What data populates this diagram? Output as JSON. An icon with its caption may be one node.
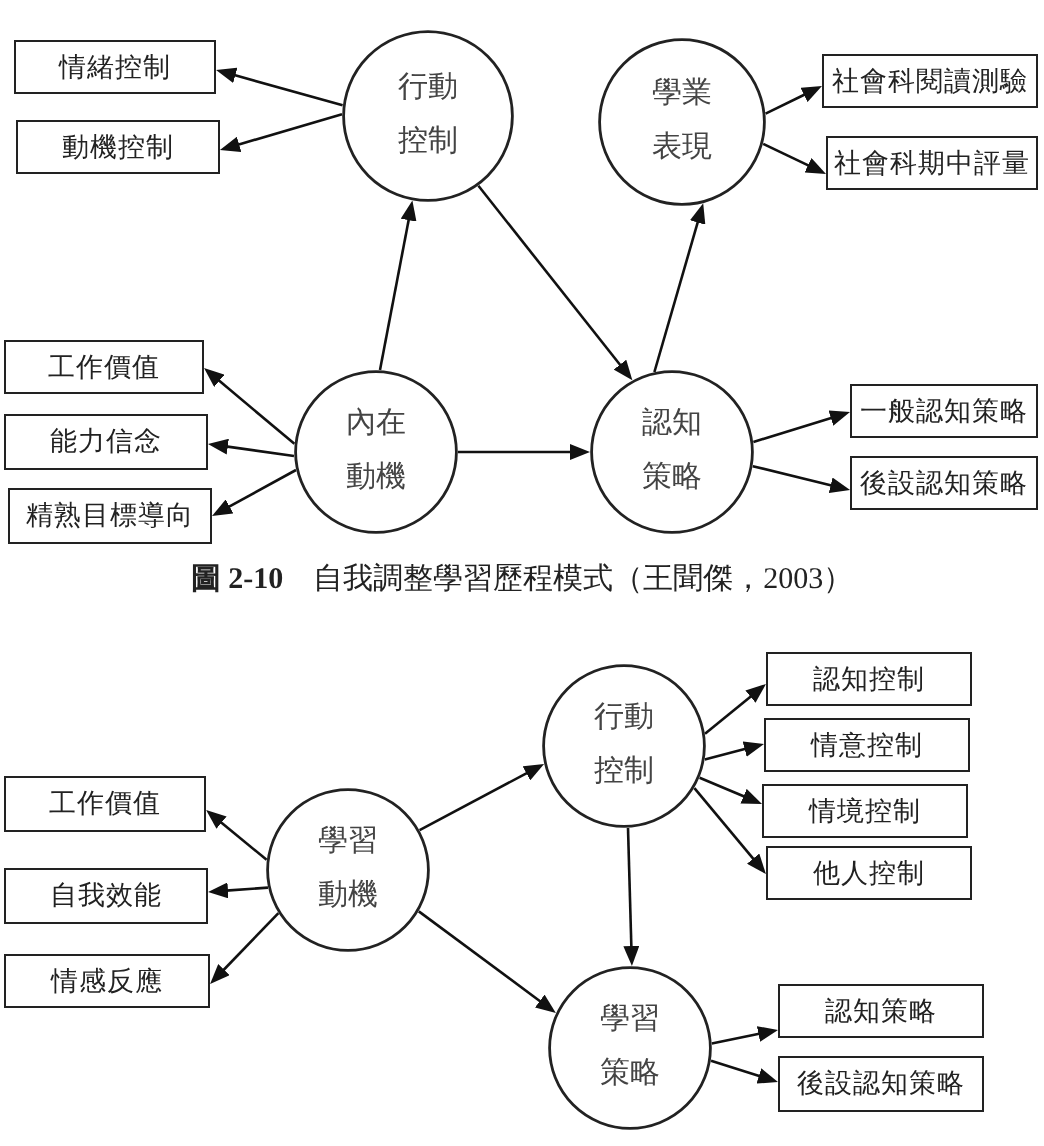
{
  "diagram": {
    "caption": "**圖 2-10**　自我調整學習歷程模式（王聞傑，2003）",
    "nodes": [
      {
        "text": [
          "情緒控制"
        ]
      },
      {
        "text": [
          "動機控制"
        ]
      },
      {
        "text": [
          "行動控制"
        ]
      },
      {
        "text": [
          "學業表現"
        ]
      },
      {
        "text": [
          "社會科閱讀測驗"
        ]
      },
      {
        "text": [
          "社會科期中評量"
        ]
      },
      {
        "text": [
          "工作價值"
        ]
      },
      {
        "text": [
          "能力信念"
        ]
      },
      {
        "text": [
          "精熟目標導向"
        ]
      },
      {
        "text": [
          "內在動機"
        ]
      },
      {
        "text": [
          "認知策略"
        ]
      },
      {
        "text": [
          "一般認知策略"
        ]
      },
      {
        "text": [
          "後設認知策略"
        ]
      },
      {
        "text": [
          "工作價值"
        ]
      },
      {
        "text": [
          "自我效能"
        ]
      },
      {
        "text": [
          "情感反應"
        ]
      },
      {
        "text": [
          "學習動機"
        ]
      },
      {
        "text": [
          "行動控制"
        ]
      },
      {
        "text": [
          "認知控制"
        ]
      },
      {
        "text": [
          "情意控制"
        ]
      },
      {
        "text": [
          "情境控制"
        ]
      },
      {
        "text": [
          "他人控制"
        ]
      },
      {
        "text": [
          "學習策略"
        ]
      },
      {
        "text": [
          "認知策略"
        ]
      },
      {
        "text": [
          "後設認知策略"
        ]
      }
    ],
    "edges": [
      {
        "from": 2,
        "to": 0,
        "arrow": "to"
      },
      {
        "from": 2,
        "to": 1,
        "arrow": "to"
      },
      {
        "from": 2,
        "to": 10,
        "arrow": "to"
      },
      {
        "from": 9,
        "to": 2,
        "arrow": "to"
      },
      {
        "from": 9,
        "to": 10,
        "arrow": "to"
      },
      {
        "from": 9,
        "to": 6,
        "arrow": "to"
      },
      {
        "from": 9,
        "to": 7,
        "arrow": "to"
      },
      {
        "from": 9,
        "to": 8,
        "arrow": "to"
      },
      {
        "from": 10,
        "to": 3,
        "arrow": "to"
      },
      {
        "from": 3,
        "to": 4,
        "arrow": "to"
      },
      {
        "from": 3,
        "to": 5,
        "arrow": "to"
      },
      {
        "from": 10,
        "to": 11,
        "arrow": "to"
      },
      {
        "from": 10,
        "to": 12,
        "arrow": "to"
      },
      {
        "from": 16,
        "to": 13,
        "arrow": "to"
      },
      {
        "from": 16,
        "to": 14,
        "arrow": "to"
      },
      {
        "from": 16,
        "to": 15,
        "arrow": "to"
      },
      {
        "from": 16,
        "to": 17,
        "arrow": "to"
      },
      {
        "from": 16,
        "to": 22,
        "arrow": "to"
      },
      {
        "from": 17,
        "to": 18,
        "arrow": "to"
      },
      {
        "from": 17,
        "to": 19,
        "arrow": "to"
      },
      {
        "from": 17,
        "to": 20,
        "arrow": "to"
      },
      {
        "from": 17,
        "to": 21,
        "arrow": "to"
      },
      {
        "from": 17,
        "to": 22,
        "arrow": "to"
      },
      {
        "from": 22,
        "to": 23,
        "arrow": "to"
      },
      {
        "from": 22,
        "to": 24,
        "arrow": "to"
      }
    ]
  }
}
